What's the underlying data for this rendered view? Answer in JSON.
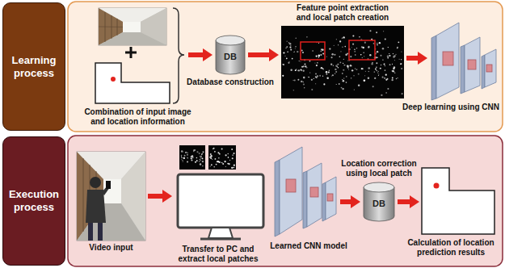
{
  "diagram": {
    "nodes": [
      {
        "text": [
          "Learning process"
        ]
      },
      {
        "text": [
          "Combination of input image and location information"
        ]
      },
      {
        "text": [
          "Database construction"
        ]
      },
      {
        "text": [
          "Feature point extraction and local patch creation"
        ]
      },
      {
        "text": [
          "Deep learning using CNN"
        ]
      },
      {
        "text": [
          "Execution process"
        ]
      },
      {
        "text": [
          "Video input"
        ]
      },
      {
        "text": [
          "Transfer to PC and extract local patches"
        ]
      },
      {
        "text": [
          "Learned CNN model"
        ]
      },
      {
        "text": [
          "Location correction using local patch"
        ]
      },
      {
        "text": [
          "Calculation of location prediction results"
        ]
      }
    ],
    "edges": [
      {
        "from": 1,
        "to": 2,
        "arrow": "to"
      },
      {
        "from": 2,
        "to": 3,
        "arrow": "to"
      },
      {
        "from": 3,
        "to": 4,
        "arrow": "to"
      },
      {
        "from": 6,
        "to": 7,
        "arrow": "to"
      },
      {
        "from": 8,
        "to": 9,
        "arrow": "to"
      },
      {
        "from": 9,
        "to": 10,
        "arrow": "to"
      }
    ],
    "labels": [
      "DB",
      "DB"
    ]
  }
}
